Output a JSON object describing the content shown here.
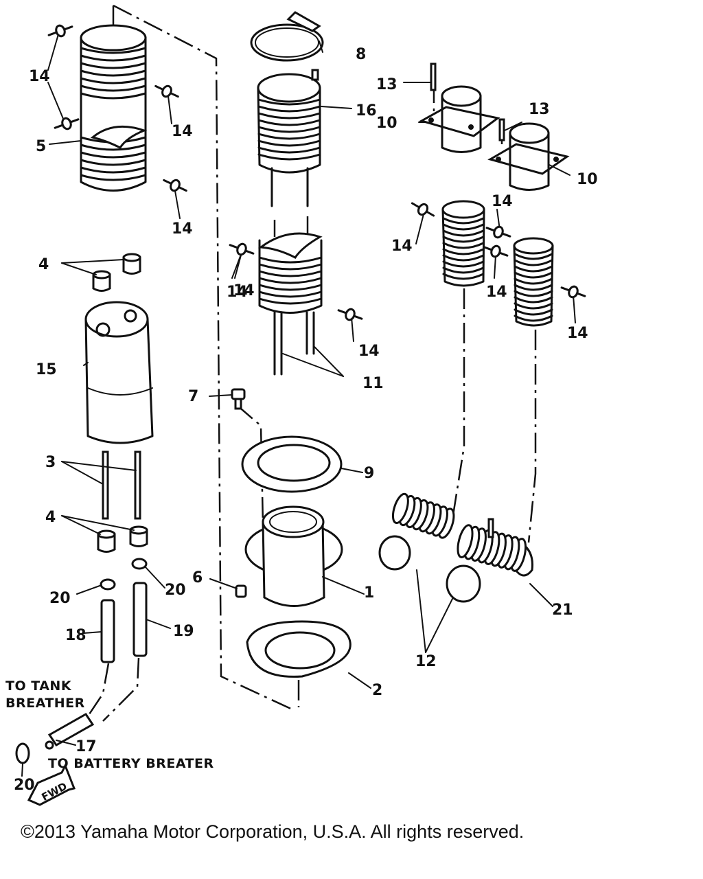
{
  "diagram": {
    "labels": [
      "14",
      "14",
      "5",
      "14",
      "14",
      "8",
      "16",
      "13",
      "10",
      "13",
      "10",
      "4",
      "15",
      "14",
      "14",
      "11",
      "7",
      "14",
      "14",
      "14",
      "14",
      "3",
      "9",
      "4",
      "1",
      "6",
      "20",
      "20",
      "18",
      "19",
      "21",
      "12",
      "2",
      "17",
      "20"
    ],
    "notes": {
      "to_tank_line1": "TO TANK",
      "to_tank_line2": "BREATHER",
      "to_battery": "TO BATTERY BREATER",
      "fwd": "FWD"
    }
  },
  "footer": {
    "copyright": "©2013 Yamaha Motor Corporation, U.S.A. All rights reserved."
  }
}
